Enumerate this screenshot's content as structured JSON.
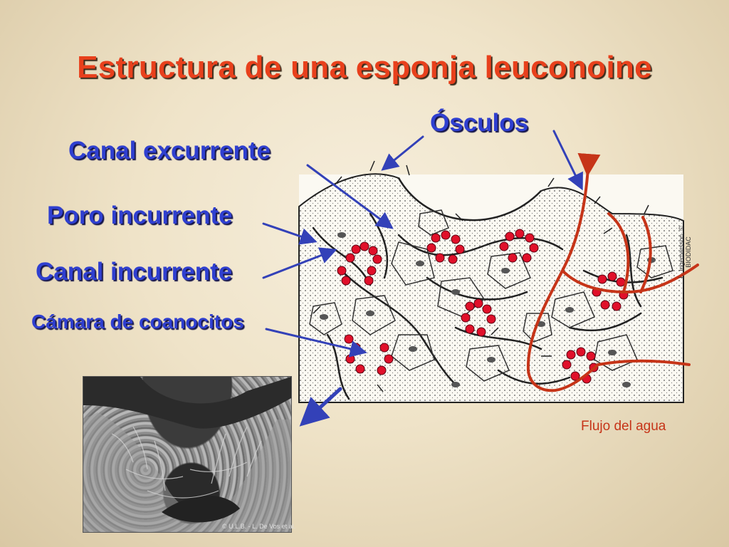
{
  "title": "Estructura de una esponja leuconoine",
  "labels": {
    "osculos": "Ósculos",
    "canal_excurrente": "Canal excurrente",
    "poro_incurrente": "Poro incurrente",
    "canal_incurrente": "Canal incurrente",
    "camara_coanocitos": "Cámara de coanocitos"
  },
  "water_flow_label": "Flujo del agua",
  "photo_credit": "© U.L.B. - L. De Vos et al.",
  "side_credit": "L. Ingemarsson, © BIODIDAC",
  "colors": {
    "title": "#e8401c",
    "labels": "#2f3fd0",
    "arrows": "#3341b8",
    "water_flow": "#c63418",
    "choanocytes": "#e0102a"
  }
}
